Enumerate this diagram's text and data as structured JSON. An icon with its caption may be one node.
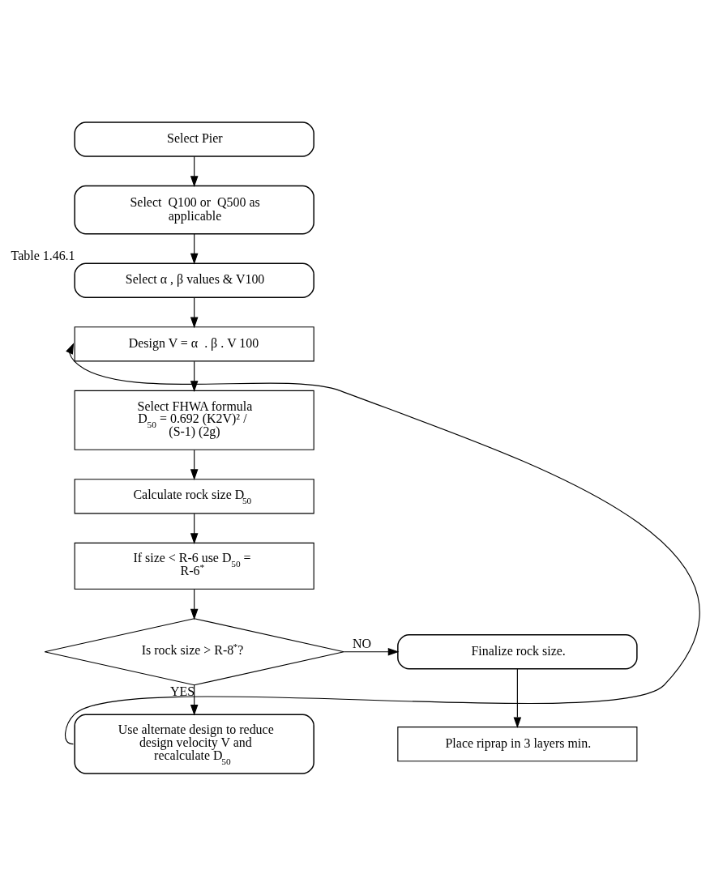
{
  "diagram": {
    "nodes": [
      {
        "text": [
          "Select Pier"
        ]
      },
      {
        "text": [
          "Select  Q100 or  Q500 as applicable"
        ]
      },
      {
        "text": [
          "Select α , β values & V100"
        ],
        "beside": [
          "Table 1.46.1"
        ]
      },
      {
        "text": [
          "Design V = α  . β . V 100"
        ]
      },
      {
        "text": [
          "Select FHWA formula",
          "D$_{50}$ = 0.692 (K2V)² / (S-1) (2g)"
        ]
      },
      {
        "text": [
          "Calculate rock size D$_{50}$"
        ]
      },
      {
        "text": [
          "If size < R-6 use D$_{50}$ = R-6$^{*}$"
        ]
      },
      {
        "text": [
          "Is rock size > R-8$^{*}$?"
        ]
      },
      {
        "text": [
          "Use alternate design to reduce design velocity V and recalculate D$_{50}$"
        ]
      },
      {
        "text": [
          "Finalize rock size."
        ]
      },
      {
        "text": [
          "Place riprap in 3 layers min."
        ]
      }
    ],
    "edges": [
      {
        "from": 0,
        "to": 1,
        "arrow": "to"
      },
      {
        "from": 1,
        "to": 2,
        "arrow": "to"
      },
      {
        "from": 2,
        "to": 3,
        "arrow": "to"
      },
      {
        "from": 3,
        "to": 4,
        "arrow": "to"
      },
      {
        "from": 4,
        "to": 5,
        "arrow": "to"
      },
      {
        "from": 5,
        "to": 6,
        "arrow": "to"
      },
      {
        "from": 6,
        "to": 7,
        "arrow": "to"
      },
      {
        "from": 7,
        "to": 8,
        "arrow": "to",
        "label": "YES"
      },
      {
        "from": 7,
        "to": 9,
        "arrow": "to",
        "label": "NO"
      },
      {
        "from": 9,
        "to": 10,
        "arrow": "to"
      },
      {
        "from": 8,
        "to": 3,
        "arrow": "to"
      }
    ]
  }
}
